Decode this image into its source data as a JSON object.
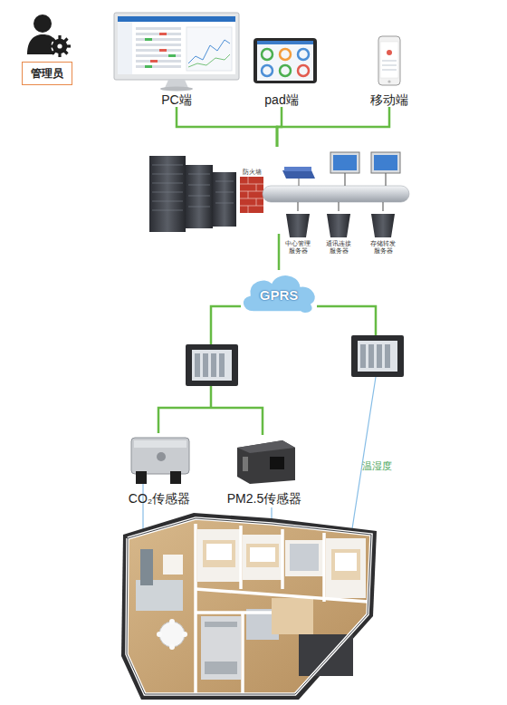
{
  "diagram": {
    "nodes": [
      {
        "text": [
          "管理员"
        ]
      },
      {
        "text": [
          "PC端"
        ]
      },
      {
        "text": [
          "pad端"
        ]
      },
      {
        "text": [
          "移动端"
        ]
      },
      {
        "text": [
          "防火墙",
          "中心管理服务器",
          "通讯连接服务器",
          "存储转发服务器"
        ]
      },
      {
        "text": [
          "GPRS"
        ]
      },
      {
        "text": [
          "CO₂传感器"
        ]
      },
      {
        "text": [
          "PM2.5传感器"
        ]
      }
    ],
    "edges": [
      {
        "from": 1,
        "to": 4,
        "arrow": "none"
      },
      {
        "from": 2,
        "to": 4,
        "arrow": "none"
      },
      {
        "from": 3,
        "to": 4,
        "arrow": "none"
      },
      {
        "from": 4,
        "to": 5,
        "arrow": "none"
      }
    ],
    "labels": [
      "温湿度"
    ]
  }
}
